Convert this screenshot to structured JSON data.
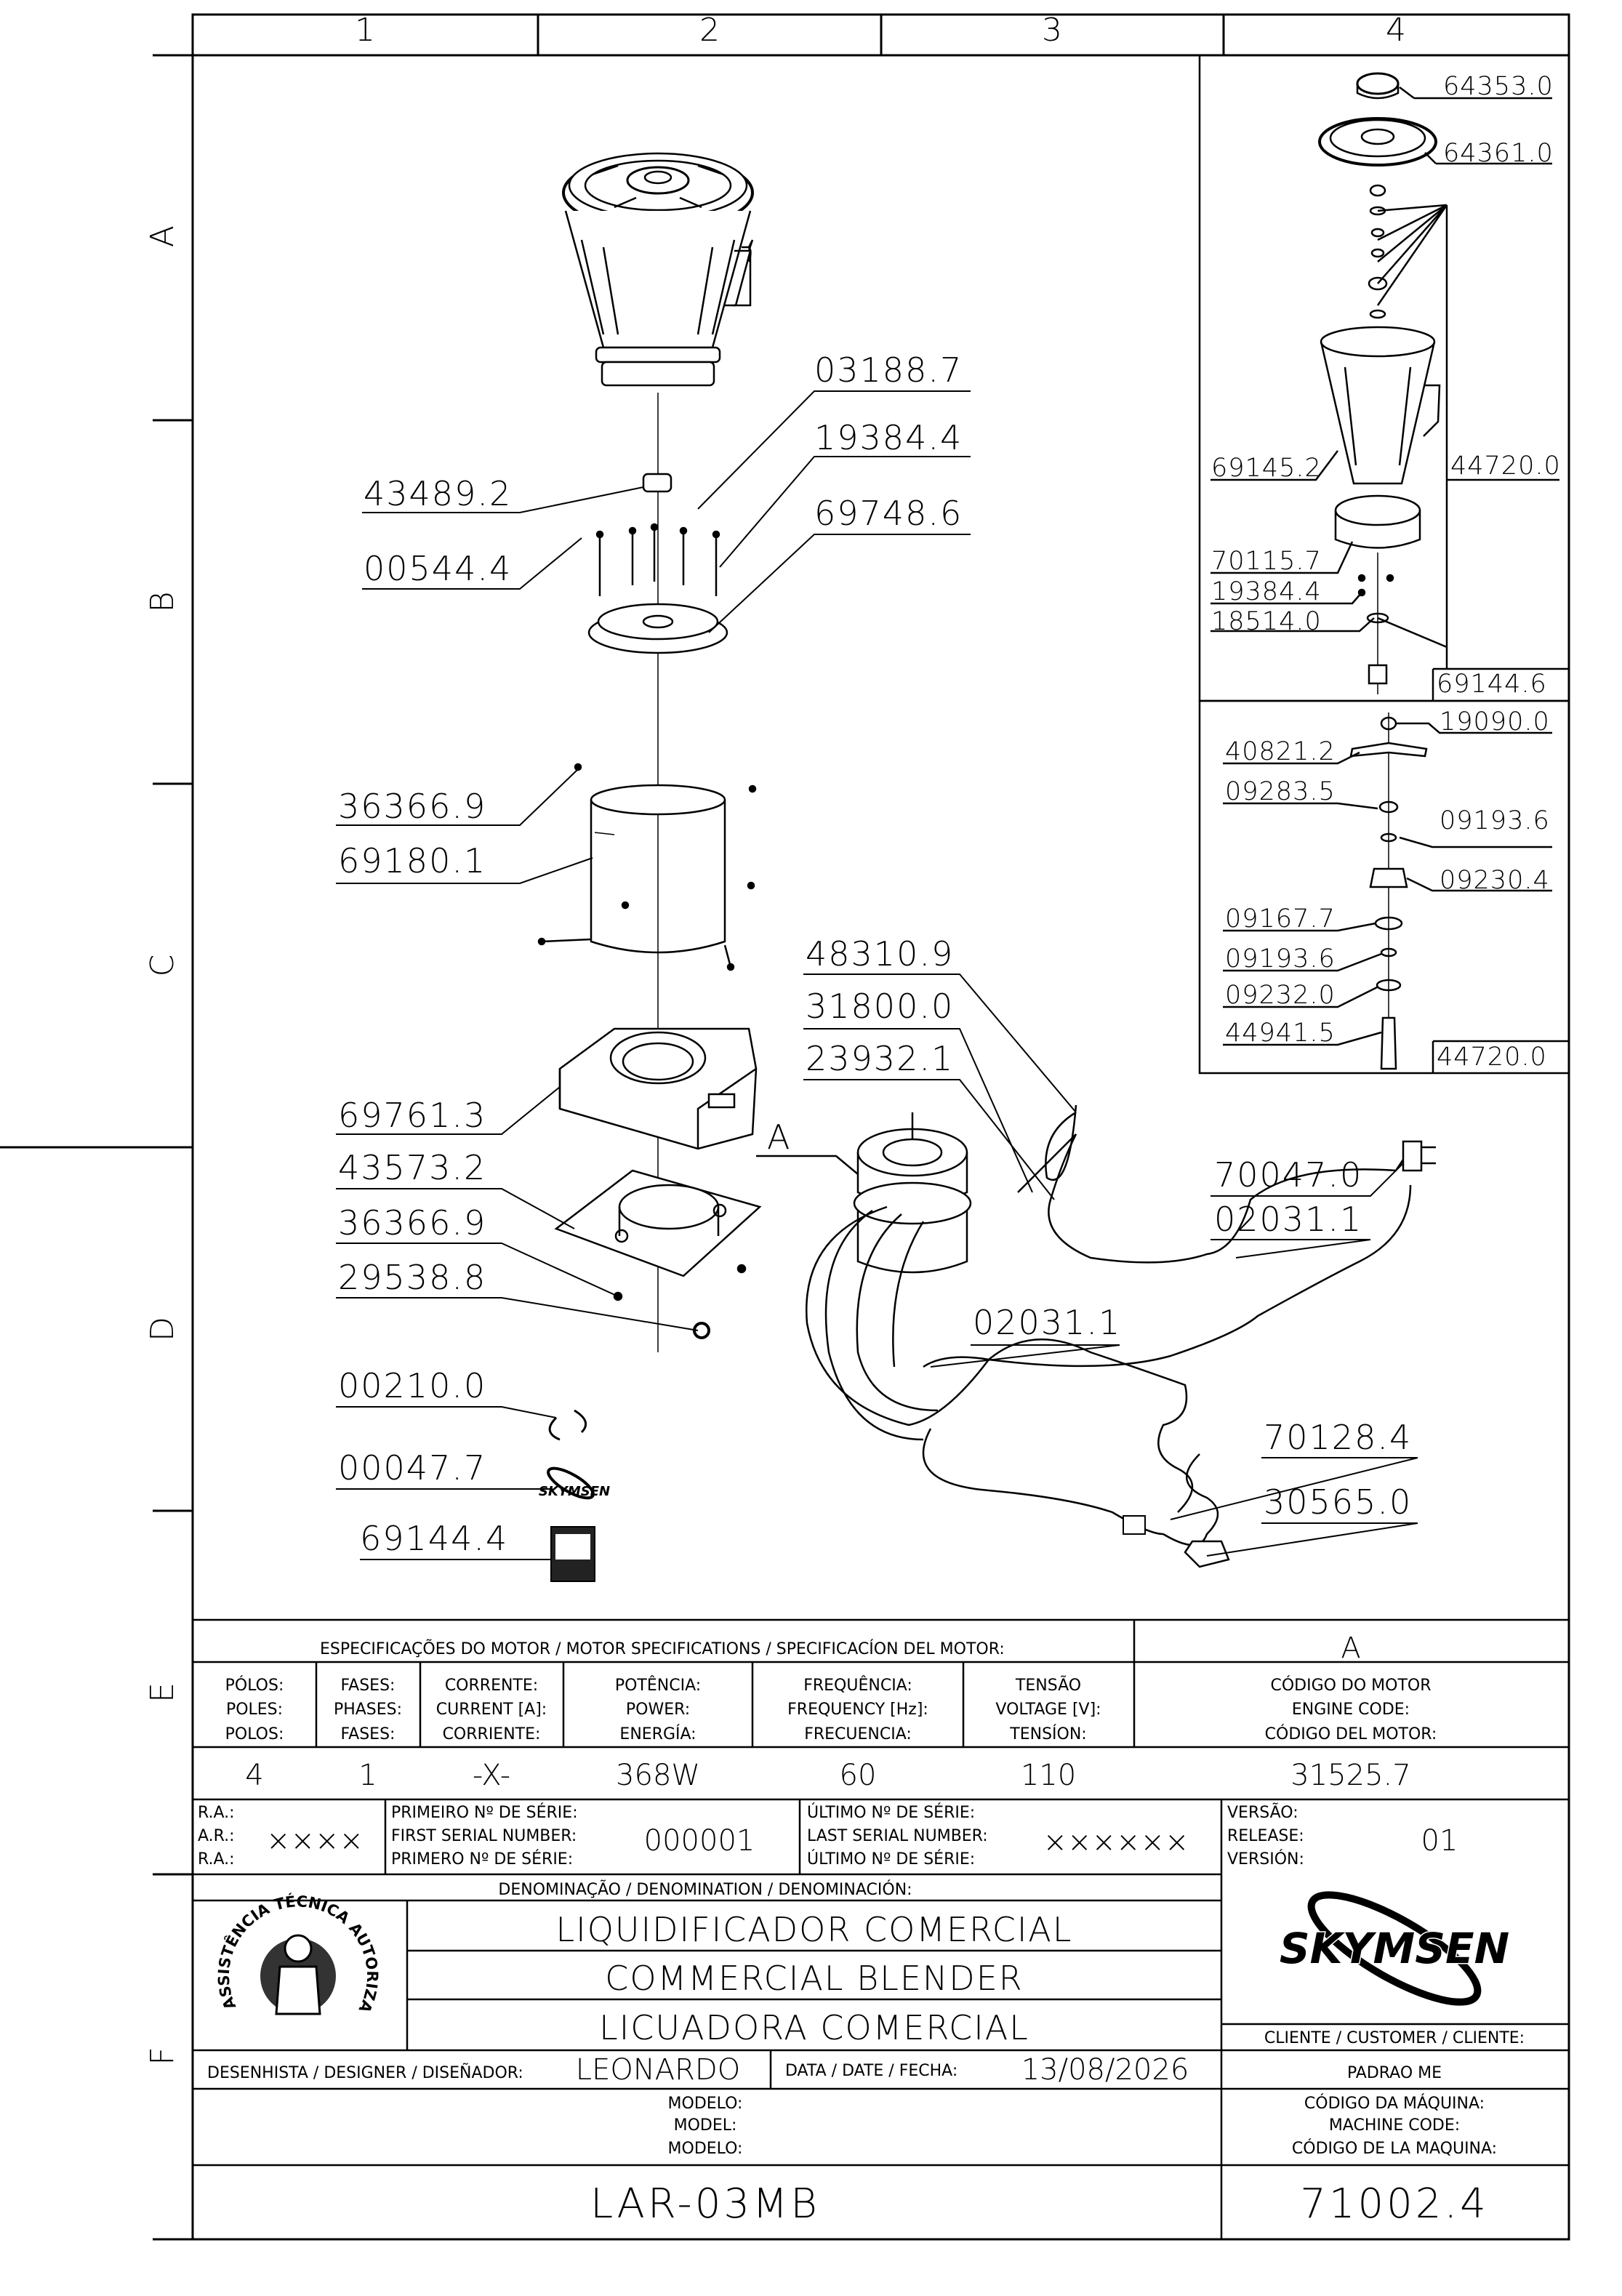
{
  "grid": {
    "columns": [
      "1",
      "2",
      "3",
      "4"
    ],
    "rows": [
      "A",
      "B",
      "C",
      "D",
      "E",
      "F"
    ]
  },
  "parts": {
    "p03188": "03188.7",
    "p19384a": "19384.4",
    "p69748": "69748.6",
    "p43489": "43489.2",
    "p00544": "00544.4",
    "p36366a": "36366.9",
    "p69180": "69180.1",
    "p69761": "69761.3",
    "p43573": "43573.2",
    "p36366b": "36366.9",
    "p29538": "29538.8",
    "p00210": "00210.0",
    "p00047": "00047.7",
    "p69144a": "69144.4",
    "p48310": "48310.9",
    "p31800": "31800.0",
    "p23932": "23932.1",
    "motor_ref": "A",
    "p70047": "70047.0",
    "p02031a": "02031.1",
    "p02031b": "02031.1",
    "p70128": "70128.4",
    "p30565": "30565.0"
  },
  "detail_top": {
    "p64353": "64353.0",
    "p64361": "64361.0",
    "p69145": "69145.2",
    "p44720": "44720.0",
    "p70115": "70115.7",
    "p19384": "19384.4",
    "p18514": "18514.0",
    "p69144": "69144.6"
  },
  "detail_bottom": {
    "p19090": "19090.0",
    "p40821": "40821.2",
    "p09283": "09283.5",
    "p09193a": "09193.6",
    "p09230": "09230.4",
    "p09167": "09167.7",
    "p09193b": "09193.6",
    "p09232": "09232.0",
    "p44941": "44941.5",
    "p44720": "44720.0"
  },
  "logo_text": "SKYMSEN",
  "stamp_text": "ASSISTÊNCIA TÉCNICA AUTORIZADA",
  "title_block": {
    "motor_specs_header": "ESPECIFICAÇÕES DO MOTOR / MOTOR SPECIFICATIONS / SPECIFICACÍON DEL MOTOR:",
    "motor_ref": "A",
    "columns": [
      {
        "l1": "PÓLOS:",
        "l2": "POLES:",
        "l3": "POLOS:",
        "value": "4"
      },
      {
        "l1": "FASES:",
        "l2": "PHASES:",
        "l3": "FASES:",
        "value": "1"
      },
      {
        "l1": "CORRENTE:",
        "l2": "CURRENT [A]:",
        "l3": "CORRIENTE:",
        "value": "-X-"
      },
      {
        "l1": "POTÊNCIA:",
        "l2": "POWER:",
        "l3": "ENERGÍA:",
        "value": "368W"
      },
      {
        "l1": "FREQUÊNCIA:",
        "l2": "FREQUENCY [Hz]:",
        "l3": "FRECUENCIA:",
        "value": "60"
      },
      {
        "l1": "TENSÃO",
        "l2": "VOLTAGE [V]:",
        "l3": "TENSÍON:",
        "value": "110"
      },
      {
        "l1": "CÓDIGO DO MOTOR",
        "l2": "ENGINE CODE:",
        "l3": "CÓDIGO DEL MOTOR:",
        "value": "31525.7"
      }
    ],
    "ra": {
      "l1": "R.A.:",
      "l2": "A.R.:",
      "l3": "R.A.:",
      "value": "××××"
    },
    "first_serial": {
      "l1": "PRIMEIRO Nº DE SÉRIE:",
      "l2": "FIRST SERIAL NUMBER:",
      "l3": "PRIMERO Nº DE SÉRIE:",
      "value": "000001"
    },
    "last_serial": {
      "l1": "ÚLTIMO Nº DE SÉRIE:",
      "l2": "LAST SERIAL NUMBER:",
      "l3": "ÚLTIMO Nº DE SÉRIE:",
      "value": "××××××"
    },
    "version": {
      "l1": "VERSÃO:",
      "l2": "RELEASE:",
      "l3": "VERSIÓN:",
      "value": "01"
    },
    "denomination_header": "DENOMINAÇÃO / DENOMINATION / DENOMINACIÓN:",
    "title_pt": "LIQUIDIFICADOR COMERCIAL",
    "title_en": "COMMERCIAL BLENDER",
    "title_es": "LICUADORA COMERCIAL",
    "customer_label": "CLIENTE / CUSTOMER / CLIENTE:",
    "customer_value": "PADRAO ME",
    "designer_label": "DESENHISTA / DESIGNER / DISEÑADOR:",
    "designer_value": "LEONARDO",
    "date_label": "DATA / DATE / FECHA:",
    "date_value": "13/08/2026",
    "model_l1": "MODELO:",
    "model_l2": "MODEL:",
    "model_l3": "MODELO:",
    "model_value": "LAR-03MB",
    "machine_code_l1": "CÓDIGO DA MÁQUINA:",
    "machine_code_l2": "MACHINE CODE:",
    "machine_code_l3": "CÓDIGO DE LA MAQUINA:",
    "machine_code_value": "71002.4"
  }
}
